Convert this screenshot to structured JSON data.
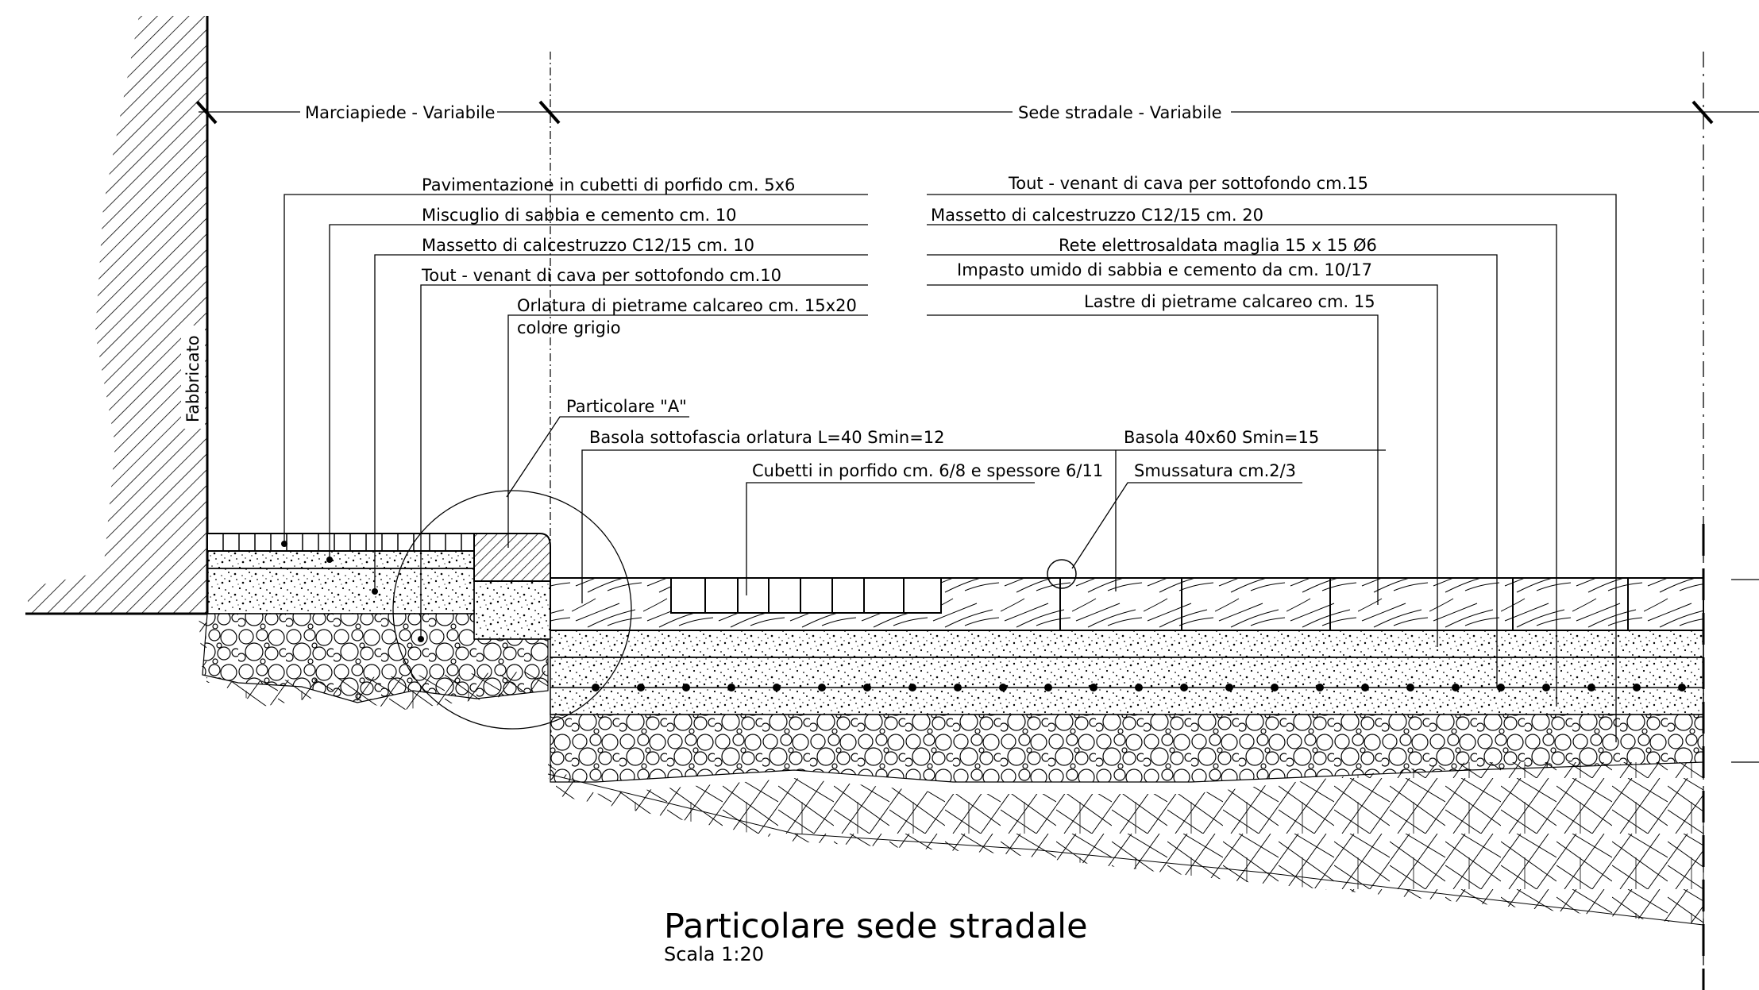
{
  "dimensions": {
    "sidewalk": "Marciapiede - Variabile",
    "roadway": "Sede stradale - Variabile"
  },
  "building_label": "Fabbricato",
  "left_labels": [
    "Pavimentazione in cubetti di porfido cm. 5x6",
    "Miscuglio di sabbia e cemento cm. 10",
    "Massetto di calcestruzzo C12/15 cm. 10",
    "Tout - venant di cava per sottofondo cm.10",
    "Orlatura di pietrame calcareo cm. 15x20",
    "colore grigio"
  ],
  "right_labels": [
    "Tout - venant di cava per sottofondo cm.15",
    "Massetto di calcestruzzo C12/15 cm. 20",
    "Rete elettrosaldata maglia 15 x 15 Ø6",
    "Impasto umido di sabbia e cemento da cm. 10/17",
    "Lastre di pietrame calcareo cm. 15"
  ],
  "detail_labels": {
    "detail_a": "Particolare \"A\"",
    "basola_orlatura": "Basola sottofascia orlatura L=40 Smin=12",
    "cubetti": "Cubetti in porfido cm. 6/8 e spessore 6/11",
    "basola": "Basola 40x60 Smin=15",
    "smussatura": "Smussatura cm.2/3"
  },
  "title": "Particolare sede stradale",
  "scale": "Scala 1:20"
}
